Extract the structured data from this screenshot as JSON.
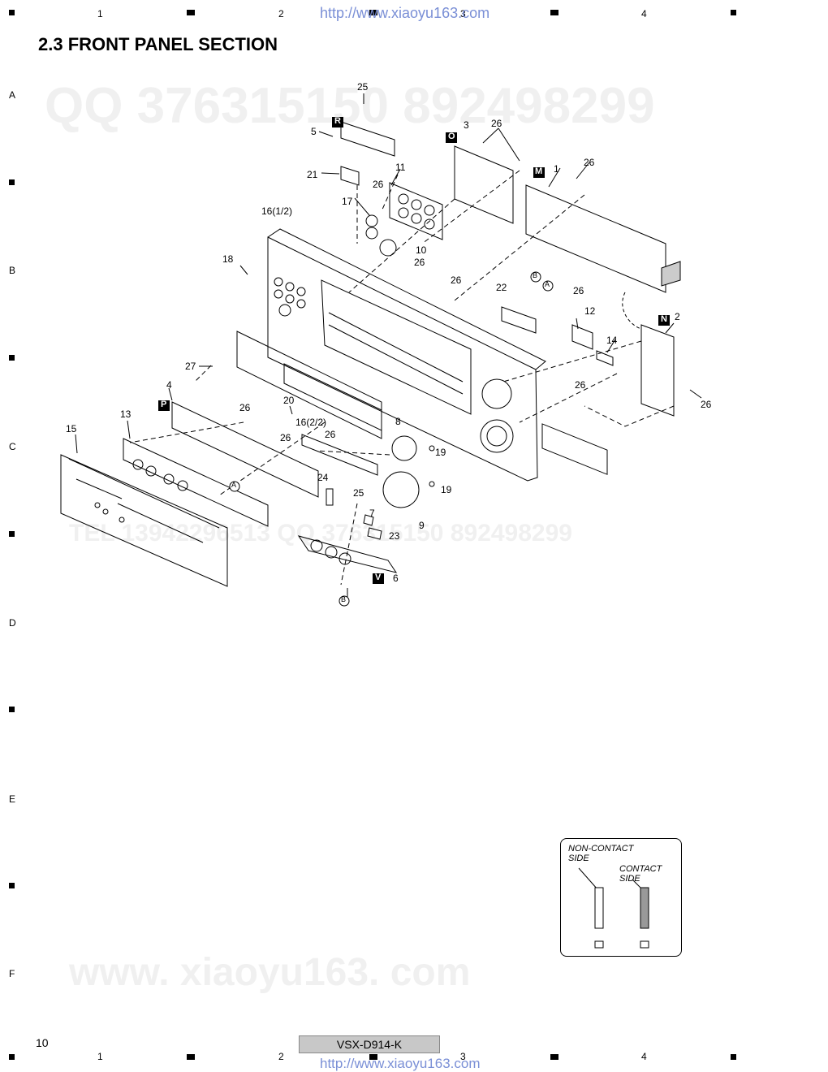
{
  "header": {
    "url_text": "http://www.xiaoyu163.com",
    "columns": [
      "1",
      "2",
      "3",
      "4"
    ]
  },
  "rows": [
    "A",
    "B",
    "C",
    "D",
    "E",
    "F"
  ],
  "section_title": "2.3  FRONT PANEL SECTION",
  "watermarks": {
    "qq_line": "QQ 376315150   892498299",
    "tel_line": "TEL 13942296513   QQ 376315150   892498299",
    "site_line": "www. xiaoyu163. com"
  },
  "diagram": {
    "board_badges": [
      "R",
      "O",
      "M",
      "N",
      "P",
      "V"
    ],
    "callouts": [
      "1",
      "2",
      "3",
      "4",
      "5",
      "6",
      "7",
      "8",
      "9",
      "10",
      "11",
      "12",
      "13",
      "14",
      "15",
      "16(1/2)",
      "16(2/2)",
      "17",
      "18",
      "19",
      "20",
      "21",
      "22",
      "23",
      "24",
      "25",
      "26",
      "27"
    ],
    "connectors": [
      "A",
      "B"
    ]
  },
  "inset": {
    "non_contact_label": "NON-CONTACT SIDE",
    "contact_label": "CONTACT SIDE"
  },
  "footer": {
    "page_number": "10",
    "model": "VSX-D914-K",
    "url_text": "http://www.xiaoyu163.com",
    "columns": [
      "1",
      "2",
      "3",
      "4"
    ]
  }
}
